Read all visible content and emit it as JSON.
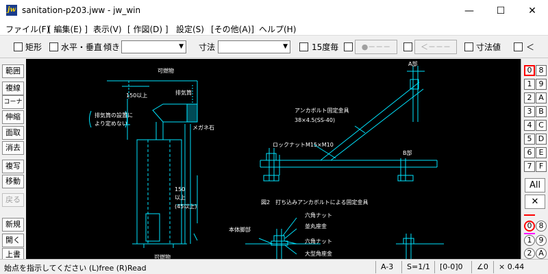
{
  "window": {
    "title": "sanitation-p203.jww - jw_win",
    "app_icon": "jw",
    "min_glyph": "—",
    "max_glyph": "☐",
    "close_glyph": "✕"
  },
  "menu": [
    "ファイル(F)",
    "[ 編集(E) ]",
    "表示(V)",
    "[ 作図(D) ]",
    "設定(S)",
    "[その他(A)]",
    "ヘルプ(H)"
  ],
  "toolbar": {
    "rect_label": "矩形",
    "hv_label": "水平・垂直",
    "angle_label": "傾き",
    "dim_label": "寸法",
    "deg15_label": "15度毎",
    "point_btn": "●－－－",
    "arrow_btn": "＜－－－",
    "dimval_label": "寸法値",
    "lt_label": "＜"
  },
  "left_tools": [
    "範囲",
    "複線",
    "コーナー",
    "伸縮",
    "面取",
    "消去",
    "複写",
    "移動",
    "戻る",
    "新規",
    "開く",
    "上書"
  ],
  "layer_groups": {
    "left": [
      "0",
      "1",
      "2",
      "3",
      "4",
      "5",
      "6",
      "7"
    ],
    "right": [
      "8",
      "9",
      "A",
      "B",
      "C",
      "D",
      "E",
      "F"
    ],
    "all_label": "All",
    "x_label": "✕",
    "circle_left": [
      "0",
      "1",
      "2"
    ],
    "circle_right": [
      "8",
      "9",
      "A"
    ]
  },
  "status": {
    "message": "始点を指示してください (L)free (R)Read",
    "paper": "A-3",
    "scale": "S=1/1",
    "layer": "[0-0]0",
    "angle": "∠0",
    "factor": "× 0.44"
  },
  "drawing": {
    "combustible_top": "可燃物",
    "exhaust_pipe": "排気筒",
    "dim_150": "150以上",
    "note_line1": "排気筒の設置に",
    "note_line2": "より定めない",
    "megane": "メガネ石",
    "dim_150b": "150",
    "dim_ijo": "以上",
    "dim_45": "(45以上)",
    "combustible_bottom": "可燃物",
    "part_a": "A部",
    "anchor_label": "アンカボルト固定金具",
    "anchor_spec": "38×4.5(SS-40)",
    "locknut": "ロックナットM15×M10",
    "part_b": "B部",
    "fig_caption": "図2　打ち込みアンカボルトによる固定金具",
    "hex_nut1": "六角ナット",
    "flat_washer": "並丸座金",
    "body_leg": "本体脚部",
    "hex_nut2": "六角ナット",
    "big_washer": "大型角座金"
  }
}
